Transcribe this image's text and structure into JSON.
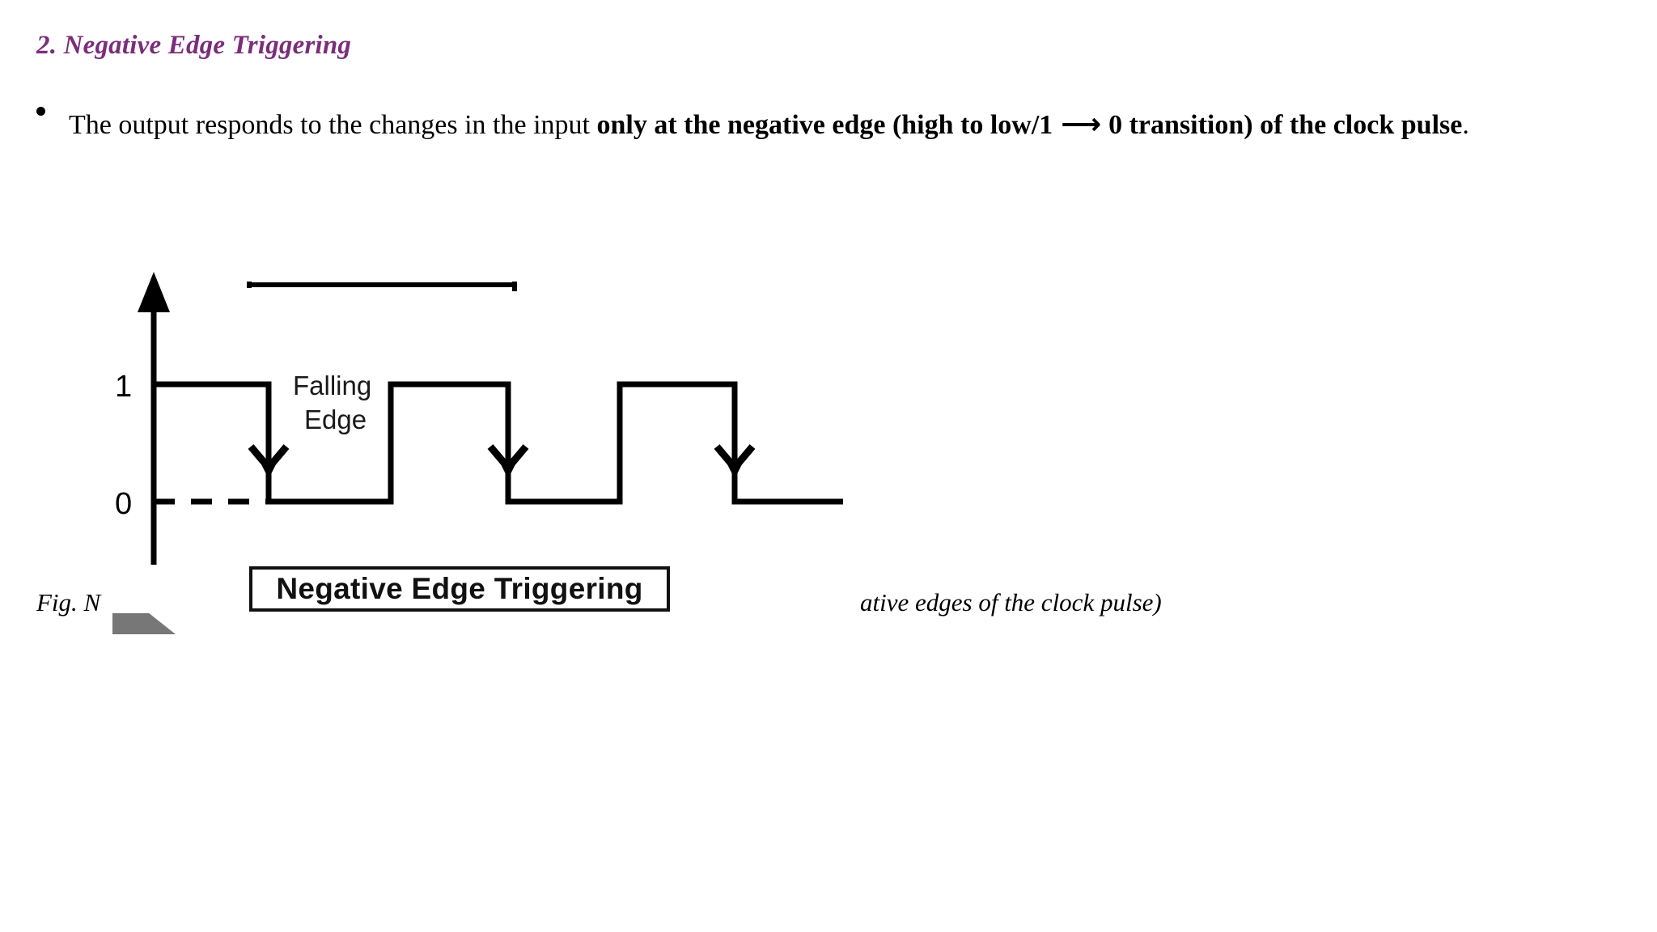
{
  "slide": {
    "title": "2. Negative Edge Triggering",
    "title_color": "#7B2D7B",
    "background_color": "#FFFFFF"
  },
  "bullet": {
    "marker": "bullet-dot",
    "text_plain_start": "The output responds to the changes in the input ",
    "text_bold_1": "only at the negative edge (high to low/1 ",
    "arrow_glyph": "⟶",
    "text_bold_2": " 0 transition) of the clock pulse",
    "text_period": "."
  },
  "figure": {
    "boxed_label": "Negative Edge Triggering",
    "annotation_label_line1": "Falling",
    "annotation_label_line2": "Edge",
    "y_axis_high_label": "1",
    "y_axis_low_label": "0",
    "stroke_color": "#000000"
  },
  "caption": {
    "left_fragment": "Fig. N",
    "right_fragment": "ative edges of the clock pulse)"
  },
  "chart_data": {
    "type": "line",
    "title": "Negative Edge Triggering",
    "xlabel": "",
    "ylabel": "",
    "ylim": [
      0,
      1
    ],
    "ytick_labels": [
      "0",
      "1"
    ],
    "grid": false,
    "legend": "none",
    "series": [
      {
        "name": "clock pulse",
        "waveform_points": [
          [
            0.0,
            1
          ],
          [
            0.2,
            1
          ],
          [
            0.2,
            0
          ],
          [
            0.42,
            0
          ],
          [
            0.42,
            1
          ],
          [
            0.61,
            1
          ],
          [
            0.61,
            0
          ],
          [
            0.76,
            0
          ],
          [
            0.76,
            1
          ],
          [
            0.92,
            1
          ],
          [
            0.92,
            0
          ],
          [
            1.0,
            0
          ]
        ]
      }
    ],
    "annotations": [
      {
        "label": "Falling Edge",
        "marker": "down-arrow",
        "at_x": 0.2
      },
      {
        "label": "",
        "marker": "down-arrow",
        "at_x": 0.61
      },
      {
        "label": "",
        "marker": "down-arrow",
        "at_x": 0.92
      }
    ],
    "dashed_baseline": {
      "from_x": 0.0,
      "to_x": 0.2,
      "y": 0
    }
  }
}
